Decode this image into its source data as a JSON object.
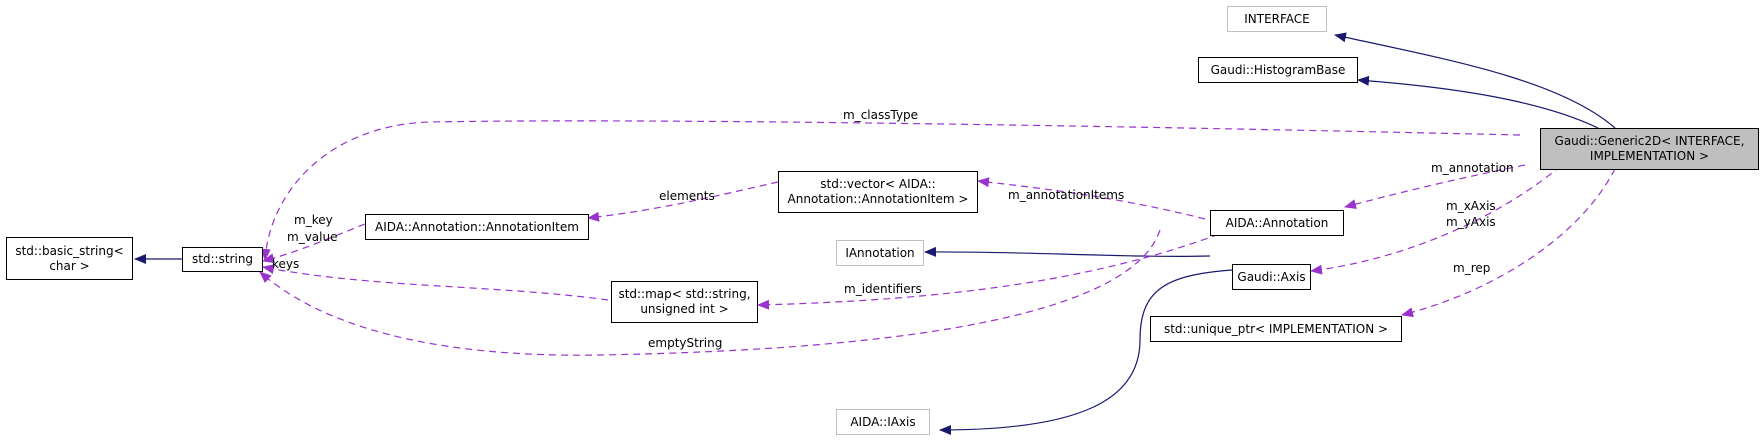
{
  "nodes": {
    "interface": "INTERFACE",
    "histogram_base": "Gaudi::HistogramBase",
    "generic2d": [
      "Gaudi::Generic2D< INTERFACE,",
      "IMPLEMENTATION >"
    ],
    "basic_string": [
      "std::basic_string<",
      "char >"
    ],
    "std_string": "std::string",
    "annotation_item": "AIDA::Annotation::AnnotationItem",
    "std_vector": [
      "std::vector< AIDA::",
      "Annotation::AnnotationItem >"
    ],
    "iannotation": "IAnnotation",
    "aida_annotation": "AIDA::Annotation",
    "std_map": [
      "std::map< std::string,",
      "unsigned int >"
    ],
    "gaudi_axis": "Gaudi::Axis",
    "unique_ptr": "std::unique_ptr< IMPLEMENTATION >",
    "aida_iaxis": "AIDA::IAxis"
  },
  "edge_labels": {
    "m_classType": "m_classType",
    "m_annotation": "m_annotation",
    "elements": "elements",
    "m_annotationItems": "m_annotationItems",
    "m_key": "m_key",
    "m_value": "m_value",
    "keys": "keys",
    "m_identifiers": "m_identifiers",
    "emptyString": "emptyString",
    "m_xAxis": "m_xAxis",
    "m_yAxis": "m_yAxis",
    "m_rep": "m_rep"
  },
  "colors": {
    "inheritance": "#191970",
    "usage": "#9a32cd",
    "focus_fill": "#bfbfbf",
    "external_border": "#bfbfbf"
  }
}
